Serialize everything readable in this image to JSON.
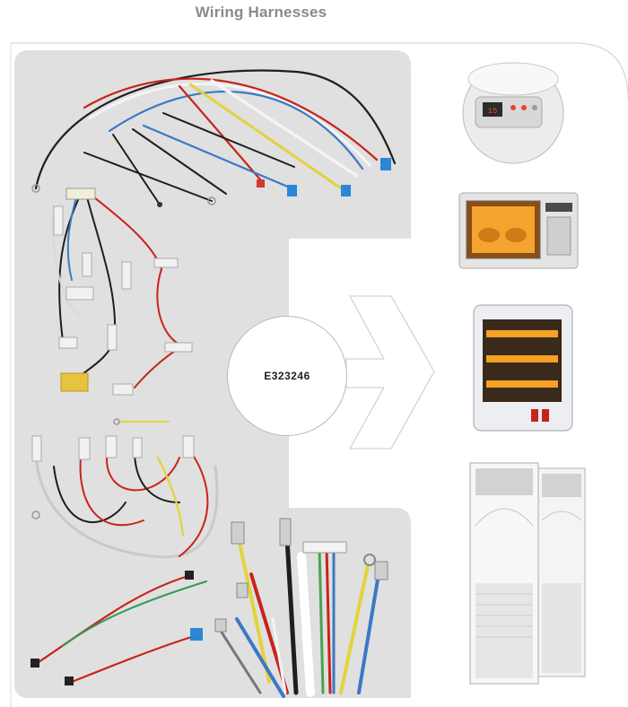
{
  "header": {
    "title": "Wiring Harnesses"
  },
  "certification": {
    "code": "E323246"
  },
  "colors": {
    "panel": "#e0e0e0",
    "arrow_stroke": "#cfcfcf",
    "wire_red": "#c8241c",
    "wire_blue": "#3b78c4",
    "wire_black": "#1e1e1e",
    "wire_yellow": "#e3d33a",
    "wire_white": "#f4f4f4"
  },
  "products": [
    "rice-cooker",
    "microwave-oven",
    "quartz-heater",
    "floor-air-conditioner"
  ]
}
